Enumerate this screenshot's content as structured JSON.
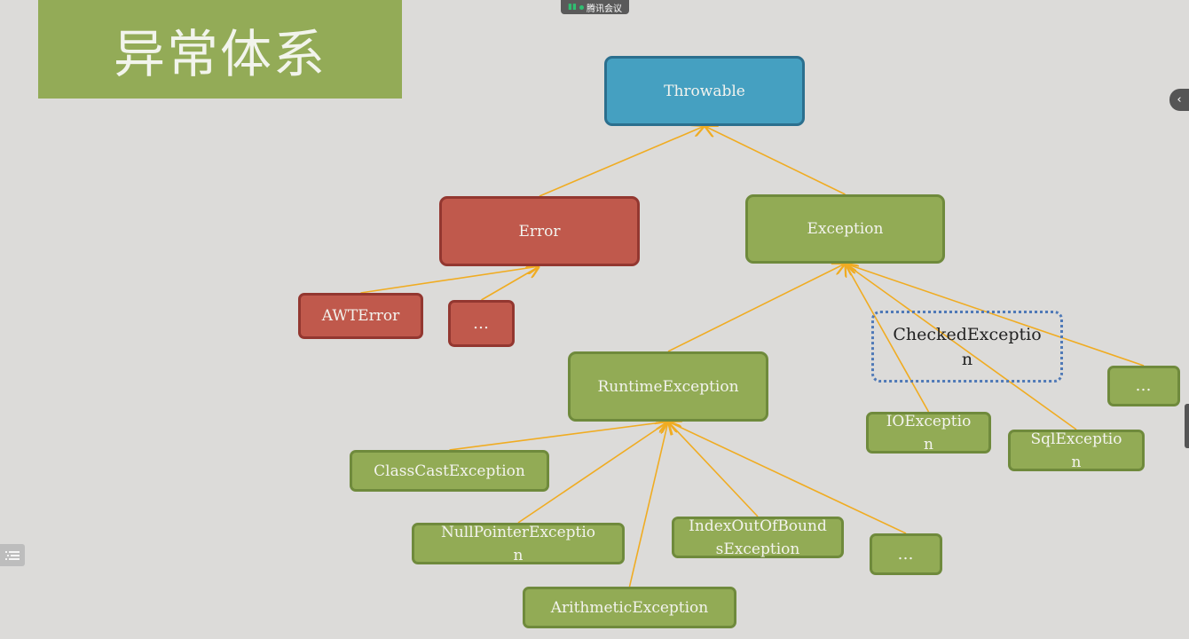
{
  "title": "异常体系",
  "meeting_badge": "腾讯会议",
  "collapse_glyph": "‹",
  "colors": {
    "green": "#92ab55",
    "red": "#c0594c",
    "blue": "#45a0c1",
    "arrow": "#f0ac22",
    "checked_outline": "#4f79b7"
  },
  "nodes": {
    "throwable": "Throwable",
    "error": "Error",
    "exception": "Exception",
    "awterror": "AWTError",
    "error_more": "…",
    "runtime": "RuntimeException",
    "checked": "CheckedExceptio\nn",
    "exception_more": "…",
    "ioexception": "IOExceptio\nn",
    "sqlexception": "SqlExceptio\nn",
    "classcast": "ClassCastException",
    "nullpointer": "NullPointerExceptio\nn",
    "indexoutofbounds": "IndexOutOfBound\nsException",
    "runtime_more": "…",
    "arithmetic": "ArithmeticException"
  },
  "edges": [
    [
      "error",
      "throwable"
    ],
    [
      "exception",
      "throwable"
    ],
    [
      "awterror",
      "error"
    ],
    [
      "error_more",
      "error"
    ],
    [
      "runtime",
      "exception"
    ],
    [
      "ioexception",
      "exception"
    ],
    [
      "sqlexception",
      "exception"
    ],
    [
      "exception_more",
      "exception"
    ],
    [
      "classcast",
      "runtime"
    ],
    [
      "nullpointer",
      "runtime"
    ],
    [
      "arithmetic",
      "runtime"
    ],
    [
      "indexoutofbounds",
      "runtime"
    ],
    [
      "runtime_more",
      "runtime"
    ]
  ]
}
